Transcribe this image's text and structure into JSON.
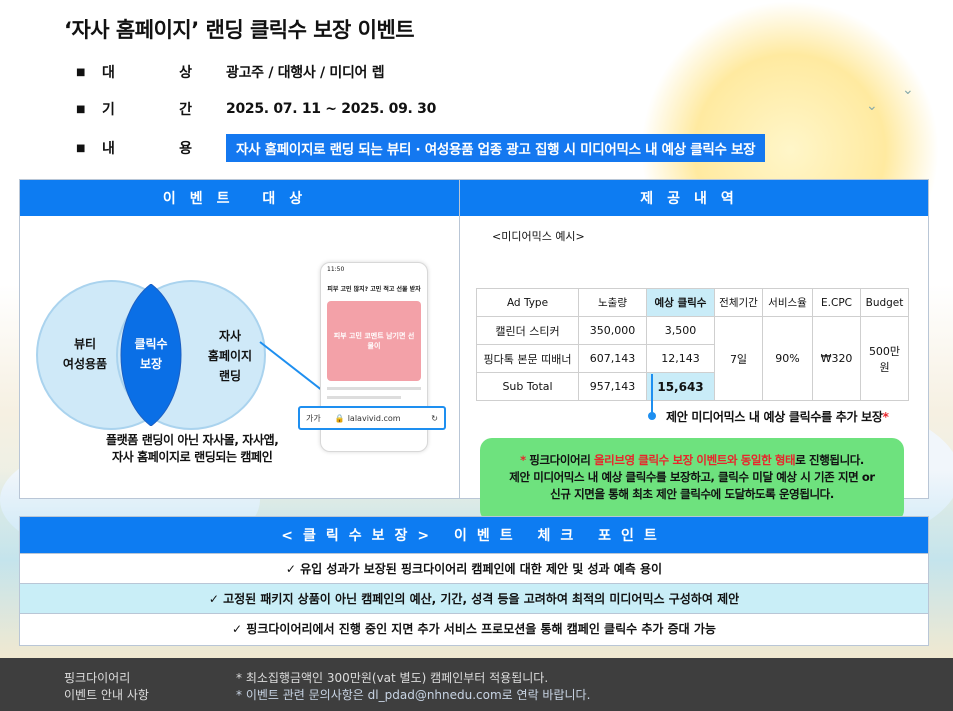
{
  "title": "‘자사 홈페이지’ 랜딩 클릭수 보장 이벤트",
  "info": [
    {
      "label_chars": [
        "대",
        "상"
      ],
      "value": "광고주 / 대행사 / 미디어 렙"
    },
    {
      "label_chars": [
        "기",
        "간"
      ],
      "value": "2025. 07. 11 ~ 2025. 09. 30"
    },
    {
      "label_chars": [
        "내",
        "용"
      ],
      "value": "자사 홈페이지로 랜딩 되는 뷰티 · 여성용품 업종 광고 집행 시 미디어믹스 내 예상 클릭수 보장"
    }
  ],
  "target": {
    "header": "이벤트 대상",
    "venn_left": [
      "뷰티",
      "여성용품"
    ],
    "venn_center": [
      "클릭수",
      "보장"
    ],
    "venn_right": [
      "자사",
      "홈페이지",
      "랜딩"
    ],
    "caption": [
      "플랫폼 랜딩이 아닌 자사몰, 자사앱,",
      "자사 홈페이지로 랜딩되는 캠페인"
    ],
    "phone": {
      "status": "11:50",
      "headline": "피부 고민 많지? 고민 적고 선물 받자",
      "banner_text": "피부 고민 코멘트 남기면 선물이",
      "url_prefix": "가가",
      "url": "lalavivid.com"
    }
  },
  "offer": {
    "header": "제공내역",
    "media_mix_label": "<미디어믹스 예시>",
    "columns": [
      "Ad Type",
      "노출량",
      "예상 클릭수",
      "전체기간",
      "서비스율",
      "E.CPC",
      "Budget"
    ],
    "rows": [
      {
        "type": "캘린더 스티커",
        "impressions": "350,000",
        "clicks": "3,500"
      },
      {
        "type": "핑다톡 본문 띠배너",
        "impressions": "607,143",
        "clicks": "12,143"
      },
      {
        "type": "Sub Total",
        "impressions": "957,143",
        "clicks": "15,643"
      }
    ],
    "period": "7일",
    "service_rate": "90%",
    "ecpc": "₩320",
    "budget": "500만원",
    "callout": "제안 미디어믹스 내 예상 클릭수를 추가 보장",
    "callout_star": "*",
    "notice_star": "* ",
    "notice_pre": "핑크다이어리 ",
    "notice_red": "올리브영 클릭수 보장 이벤트와 동일한 형태",
    "notice_post": "로 진행됩니다.",
    "notice_line2": "제안 미디어믹스 내 예상 클릭수를 보장하고, 클릭수 미달 예상 시 기존 지면 or",
    "notice_line3": "신규 지면을 통해 최초 제안 클릭수에 도달하도록 운영됩니다."
  },
  "checkpoints": {
    "header": "<클릭수보장> 이벤트 체크 포인트",
    "items": [
      "✓  유입 성과가 보장된 핑크다이어리 캠페인에 대한 제안 및 성과 예측 용이",
      "✓  고정된 패키지 상품이 아닌 캠페인의 예산, 기간, 성격 등을 고려하여 최적의 미디어믹스 구성하여 제안",
      "✓  핑크다이어리에서 진행 중인 지면 추가 서비스 프로모션을 통해 캠페인 클릭수 추가 증대 가능"
    ]
  },
  "footer": {
    "left": [
      "핑크다이어리",
      "이벤트 안내 사항"
    ],
    "note1": "* 최소집행금액인 300만원(vat 별도) 캠페인부터 적용됩니다.",
    "note2": "* 이벤트 관련 문의사항은 dl_pdad@nhnedu.com로 연락 바랍니다."
  },
  "colors": {
    "accent": "#0d7cf2",
    "highlight": "#c9ecf8",
    "notice_bg": "#6ee27e",
    "red": "#e8262c"
  }
}
